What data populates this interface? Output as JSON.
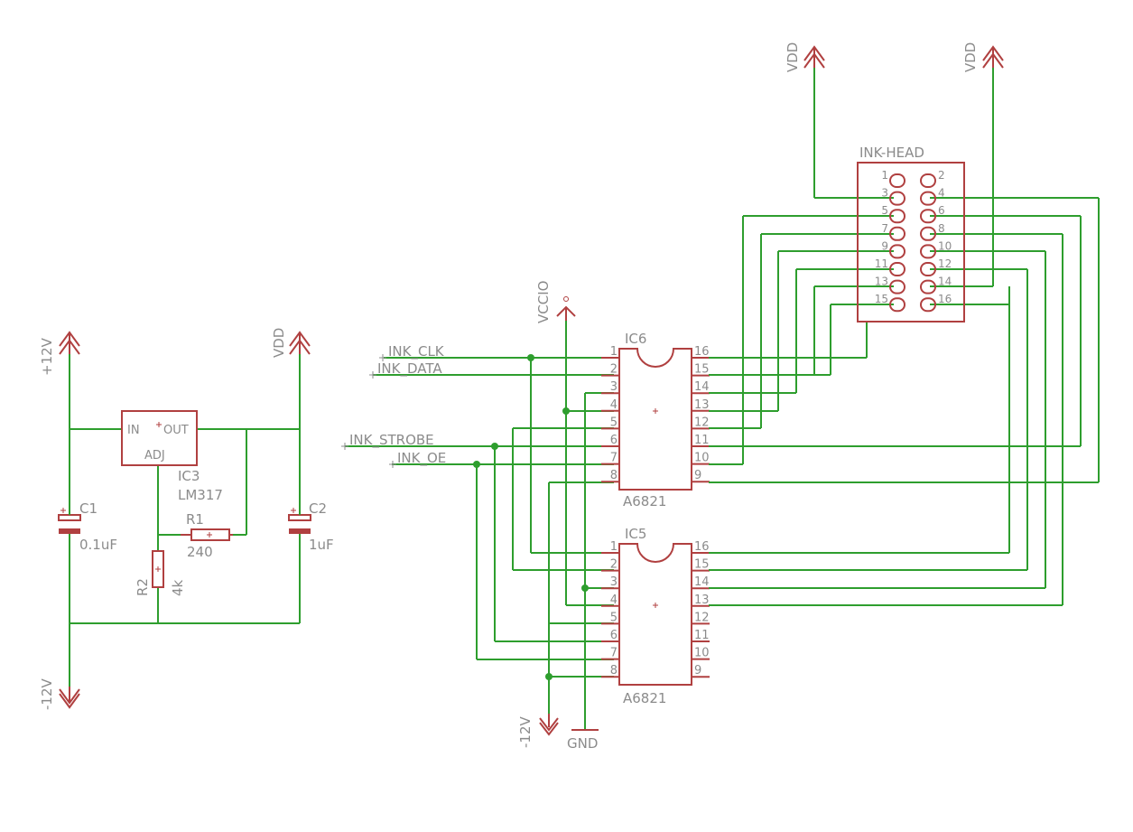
{
  "colors": {
    "parts": "#b04040",
    "nets": "#2e9e2e",
    "text": "#8b8b8b",
    "background": "#ffffff"
  },
  "supplies": {
    "plus12": "+12V",
    "minus12_left": "-12V",
    "vdd_left": "VDD",
    "vccio": "VCCIO",
    "minus12_right": "-12V",
    "gnd": "GND",
    "vdd_top_a": "VDD",
    "vdd_top_b": "VDD"
  },
  "regulator": {
    "name": "IC3",
    "value": "LM317",
    "pin_in": "IN",
    "pin_out": "OUT",
    "pin_adj": "ADJ"
  },
  "passives": {
    "c1": {
      "name": "C1",
      "value": "0.1uF"
    },
    "c2": {
      "name": "C2",
      "value": "1uF"
    },
    "r1": {
      "name": "R1",
      "value": "240"
    },
    "r2": {
      "name": "R2",
      "value": "4k"
    }
  },
  "signals": {
    "clk": "INK_CLK",
    "data": "INK_DATA",
    "strobe": "INK_STROBE",
    "oe": "INK_OE"
  },
  "ic6": {
    "name": "IC6",
    "value": "A6821",
    "left_pins": [
      "1",
      "2",
      "3",
      "4",
      "5",
      "6",
      "7",
      "8"
    ],
    "right_pins": [
      "16",
      "15",
      "14",
      "13",
      "12",
      "11",
      "10",
      "9"
    ]
  },
  "ic5": {
    "name": "IC5",
    "value": "A6821",
    "left_pins": [
      "1",
      "2",
      "3",
      "4",
      "5",
      "6",
      "7",
      "8"
    ],
    "right_pins": [
      "16",
      "15",
      "14",
      "13",
      "12",
      "11",
      "10",
      "9"
    ]
  },
  "header": {
    "name": "INK-HEAD",
    "left_pins": [
      "1",
      "3",
      "5",
      "7",
      "9",
      "11",
      "13",
      "15"
    ],
    "right_pins": [
      "2",
      "4",
      "6",
      "8",
      "10",
      "12",
      "14",
      "16"
    ]
  }
}
